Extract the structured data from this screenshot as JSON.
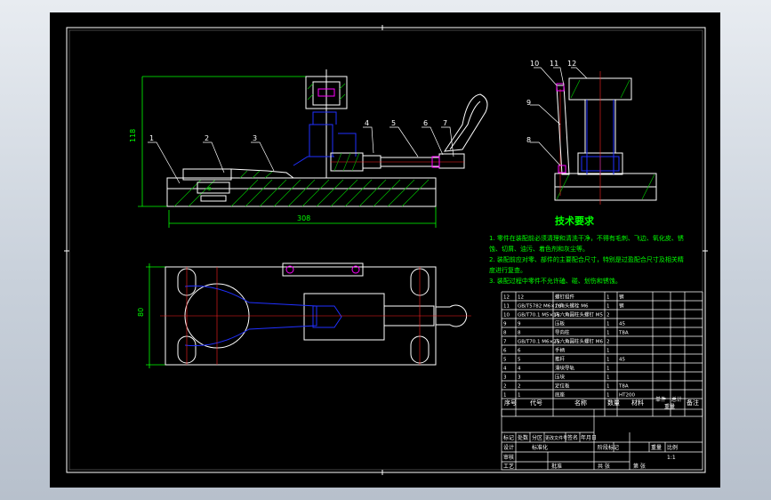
{
  "colors": {
    "background": "#000000",
    "frame": "#ffffff",
    "part_outline": "#ffffff",
    "section_hatch": "#00c000",
    "hidden_part": "#2030ff",
    "centerline": "#ff2020",
    "dimension": "#00ff00",
    "leader": "#ffffff",
    "note_text": "#00ff00",
    "accent_magenta": "#ff00ff"
  },
  "callouts": {
    "front": [
      "1",
      "2",
      "3",
      "4",
      "5",
      "6",
      "7"
    ],
    "side": [
      "10",
      "11",
      "12",
      "9",
      "8"
    ]
  },
  "dimensions": {
    "height": "118",
    "length": "308",
    "width": "80"
  },
  "notes": {
    "heading": "技术要求",
    "lines": [
      "1. 零件在装配前必须清理和清洗干净，不得有毛刺、飞边、氧化皮、锈",
      "蚀、切屑、油污、着色剂和灰尘等。",
      "2. 装配前应对零、部件的主要配合尺寸，特别是过盈配合尺寸及相关精",
      "度进行复查。",
      "3. 装配过程中零件不允许磕、碰、划伤和锈蚀。"
    ]
  },
  "bom": {
    "rows": [
      [
        "12",
        "12",
        "螺钉组件",
        "1",
        "钢",
        ""
      ],
      [
        "11",
        "GB/T5782 M6×16",
        "六角头螺栓 M6",
        "1",
        "钢",
        ""
      ],
      [
        "10",
        "GB/T70.1 M5×16",
        "内六角圆柱头螺钉 M5",
        "2",
        "",
        ""
      ],
      [
        "9",
        "9",
        "压板",
        "1",
        "45",
        ""
      ],
      [
        "8",
        "8",
        "导向柱",
        "1",
        "T8A",
        ""
      ],
      [
        "7",
        "GB/T70.1 M6×25",
        "内六角圆柱头螺钉 M6",
        "2",
        "",
        ""
      ],
      [
        "6",
        "6",
        "手柄",
        "1",
        "",
        ""
      ],
      [
        "5",
        "5",
        "推杆",
        "1",
        "45",
        ""
      ],
      [
        "4",
        "4",
        "滑块导轨",
        "1",
        "",
        ""
      ],
      [
        "3",
        "3",
        "压块",
        "1",
        "",
        ""
      ],
      [
        "2",
        "2",
        "定位板",
        "1",
        "T8A",
        ""
      ],
      [
        "1",
        "1",
        "底座",
        "1",
        "HT200",
        ""
      ]
    ],
    "header": {
      "seq": "序号",
      "code": "代号",
      "name": "名称",
      "qty": "数量",
      "material": "材料",
      "unit_weight": "单件",
      "total_weight": "总计",
      "weight": "重量",
      "remark": "备注"
    }
  },
  "title_block": {
    "rev_labels": [
      "标记",
      "处数",
      "分区",
      "更改文件号",
      "签名",
      "年月日"
    ],
    "design": "设计",
    "standard": "标准化",
    "stage_mark": "阶段标记",
    "weight": "重量",
    "scale": "比例",
    "scale_value": "1:1",
    "review": "审核",
    "process": "工艺",
    "approve": "批准",
    "sheet_total": "共 张",
    "sheet_no": "第 张"
  }
}
